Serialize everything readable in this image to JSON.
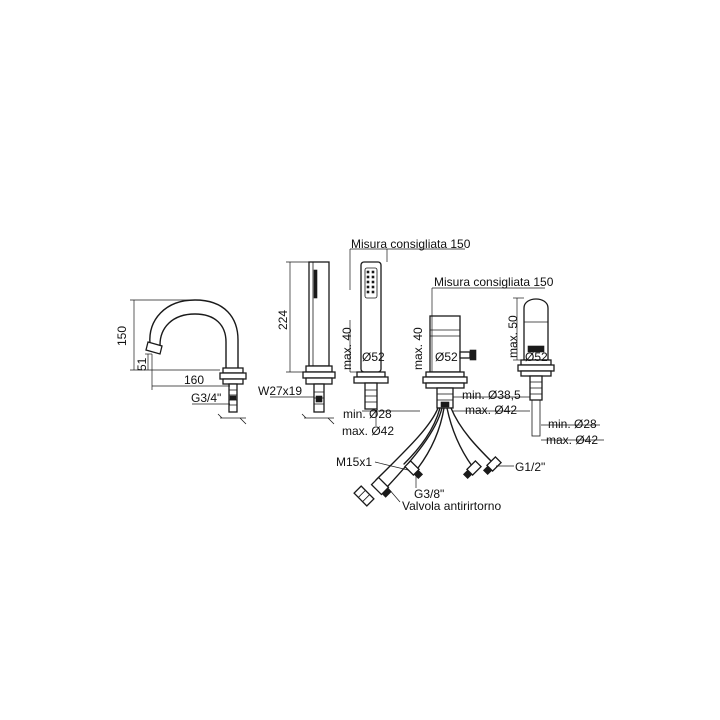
{
  "spout": {
    "height_label": "150",
    "outlet_height_label": "51",
    "projection_label": "160",
    "thread_label": "G3/4\""
  },
  "hand_shower_holder": {
    "length_label": "224",
    "section_label": "W27x19"
  },
  "diverter": {
    "recommended_label": "Misura consigliata 150",
    "max_label": "max. 40",
    "diameter_label": "Ø52",
    "min_label": "min. Ø28",
    "maxd_label": "max. Ø42"
  },
  "mixer": {
    "recommended_label": "Misura consigliata 150",
    "max_label": "max. 40",
    "diameter_label": "Ø52",
    "min_label": "min. Ø38,5",
    "maxd_label": "max. Ø42",
    "hose_thread_label": "M15x1",
    "connector_label": "G3/8\"",
    "supply_label": "G1/2\"",
    "check_valve_label": "Valvola antirirtorno"
  },
  "handle": {
    "max_label": "max. 50",
    "diameter_label": "Ø52",
    "min_label": "min. Ø28",
    "maxd_label": "max. Ø42"
  }
}
